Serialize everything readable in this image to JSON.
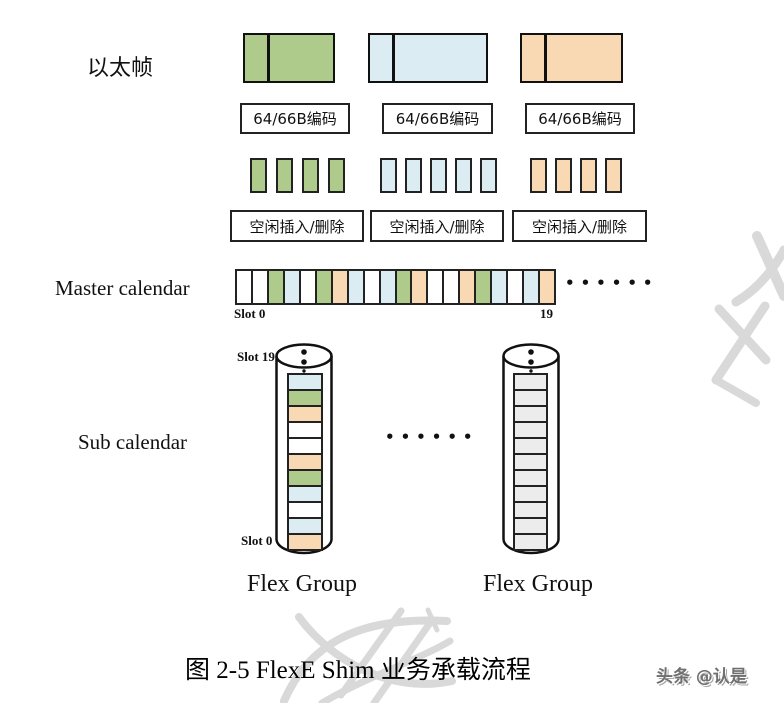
{
  "colors": {
    "green": "#aecb8b",
    "blue": "#dcecf3",
    "orange": "#f9d8b4",
    "gray": "#ececec",
    "white": "#ffffff"
  },
  "ethernet": {
    "label": "以太帧",
    "frames": [
      {
        "color": "green"
      },
      {
        "color": "blue"
      },
      {
        "color": "orange"
      }
    ]
  },
  "encode_boxes": [
    "64/66B编码",
    "64/66B编码",
    "64/66B编码"
  ],
  "bar_groups": [
    {
      "color": "green",
      "count": 4
    },
    {
      "color": "blue",
      "count": 5
    },
    {
      "color": "orange",
      "count": 4
    }
  ],
  "idle_boxes": [
    "空闲插入/删除",
    "空闲插入/删除",
    "空闲插入/删除"
  ],
  "master_calendar": {
    "label": "Master calendar",
    "slot_start_label": "Slot 0",
    "slot_end_label": "19",
    "ellipsis": "••••••",
    "slots": [
      "white",
      "white",
      "green",
      "blue",
      "white",
      "green",
      "orange",
      "blue",
      "white",
      "blue",
      "green",
      "orange",
      "white",
      "white",
      "orange",
      "green",
      "blue",
      "white",
      "blue",
      "orange"
    ]
  },
  "sub_calendar": {
    "label": "Sub calendar",
    "top_label": "Slot 19",
    "bottom_label": "Slot 0",
    "ellipsis": "••••••",
    "left_slots_top_to_bottom": [
      "blue",
      "green",
      "orange",
      "white",
      "white",
      "orange",
      "green",
      "blue",
      "white",
      "blue",
      "orange"
    ],
    "right_slots_top_to_bottom": [
      "gray",
      "gray",
      "gray",
      "gray",
      "gray",
      "gray",
      "gray",
      "gray",
      "gray",
      "gray",
      "gray"
    ],
    "group_labels": [
      "Flex Group",
      "Flex Group"
    ]
  },
  "caption": {
    "text": "图 2-5  FlexE Shim 业务承载流程",
    "credit": "头条 @认是"
  }
}
